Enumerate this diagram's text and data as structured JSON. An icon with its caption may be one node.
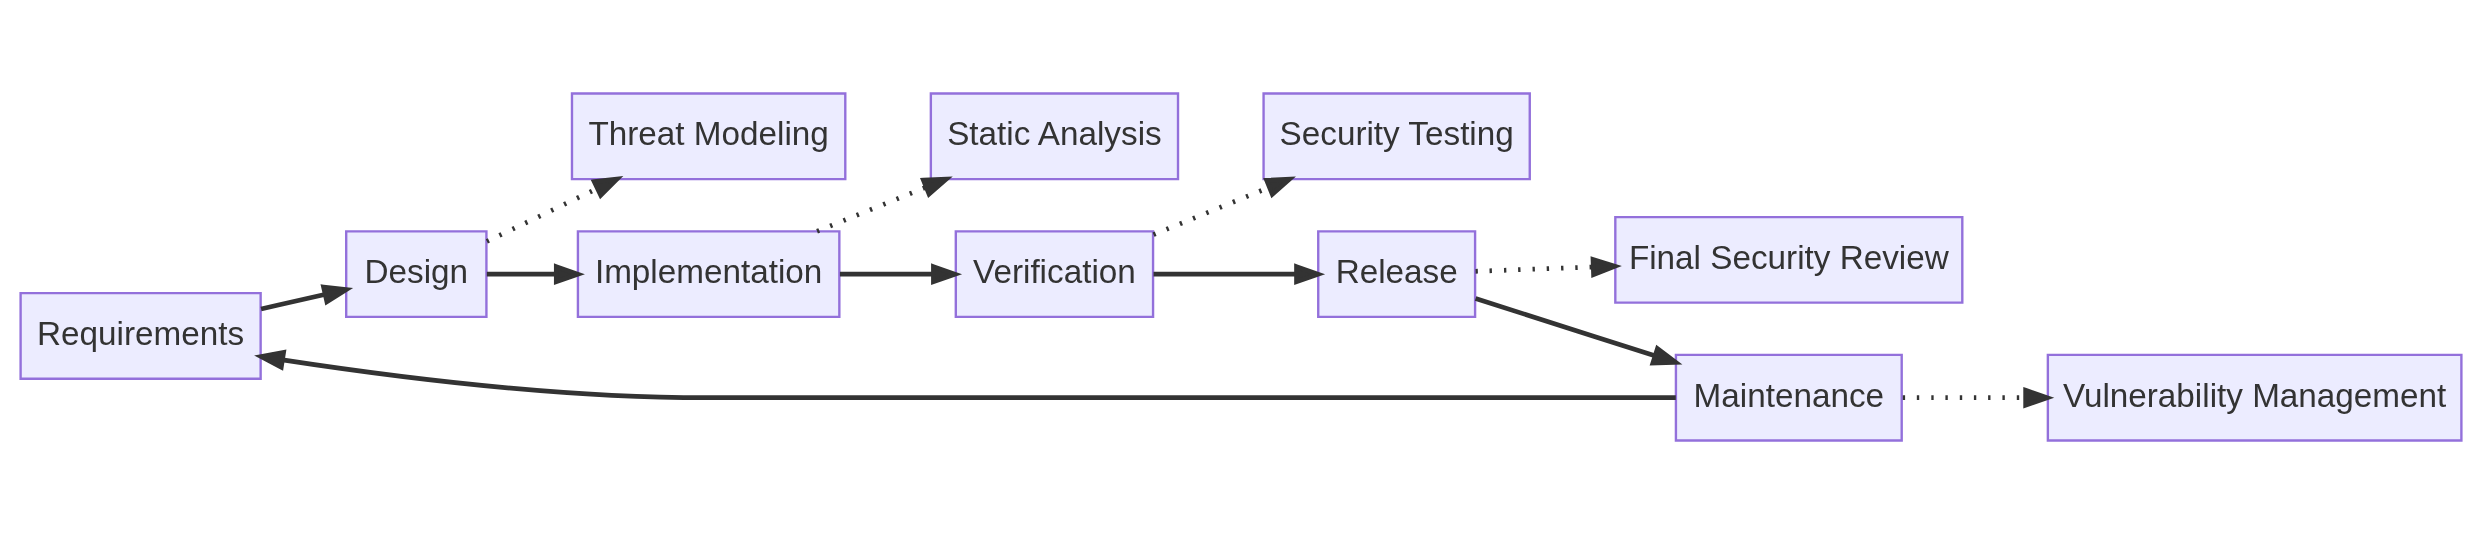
{
  "diagram": {
    "nodes": [
      {
        "text": [
          "Requirements"
        ]
      },
      {
        "text": [
          "Design"
        ]
      },
      {
        "text": [
          "Threat Modeling"
        ]
      },
      {
        "text": [
          "Implementation"
        ]
      },
      {
        "text": [
          "Static Analysis"
        ]
      },
      {
        "text": [
          "Verification"
        ]
      },
      {
        "text": [
          "Security Testing"
        ]
      },
      {
        "text": [
          "Release"
        ]
      },
      {
        "text": [
          "Final Security Review"
        ]
      },
      {
        "text": [
          "Maintenance"
        ]
      },
      {
        "text": [
          "Vulnerability Management"
        ]
      }
    ],
    "edges": [
      {
        "from": 0,
        "to": 1,
        "arrow": "to"
      },
      {
        "from": 1,
        "to": 2,
        "arrow": "to",
        "style": "dashed"
      },
      {
        "from": 1,
        "to": 3,
        "arrow": "to"
      },
      {
        "from": 3,
        "to": 4,
        "arrow": "to",
        "style": "dashed"
      },
      {
        "from": 3,
        "to": 5,
        "arrow": "to"
      },
      {
        "from": 5,
        "to": 6,
        "arrow": "to",
        "style": "dashed"
      },
      {
        "from": 5,
        "to": 7,
        "arrow": "to"
      },
      {
        "from": 7,
        "to": 8,
        "arrow": "to",
        "style": "dashed"
      },
      {
        "from": 7,
        "to": 9,
        "arrow": "to"
      },
      {
        "from": 9,
        "to": 0,
        "arrow": "to"
      },
      {
        "from": 9,
        "to": 10,
        "arrow": "to",
        "style": "dashed"
      }
    ]
  }
}
